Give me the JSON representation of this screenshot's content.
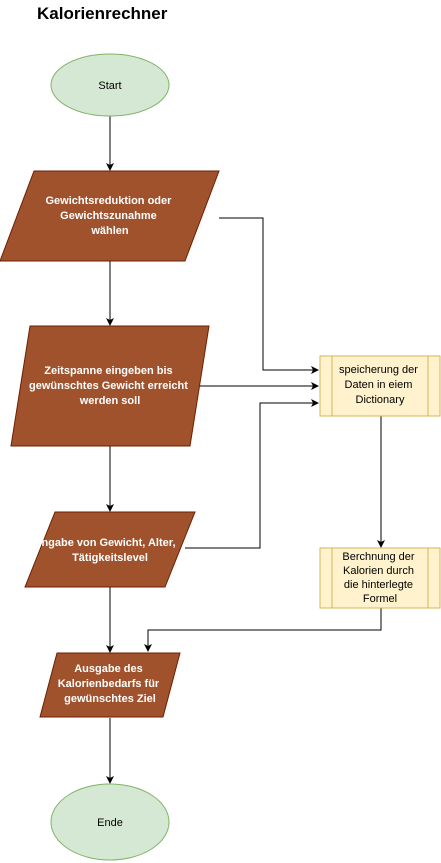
{
  "title": "Kalorienrechner",
  "colors": {
    "terminal_fill": "#d5e8d4",
    "terminal_stroke": "#82b366",
    "io_fill": "#a0522d",
    "io_stroke": "#6d1f00",
    "process_fill": "#fff2cc",
    "process_stroke": "#d6b656"
  },
  "nodes": {
    "start": {
      "lines": [
        "Start"
      ]
    },
    "choose_goal": {
      "lines": [
        "Gewichtsreduktion oder",
        "Gewichtszunahme",
        "wählen"
      ]
    },
    "enter_timespan": {
      "lines": [
        "Zeitspanne eingeben bis",
        "gewünschtes Gewicht erreicht",
        "werden soll"
      ]
    },
    "enter_weight": {
      "lines": [
        "ngabe von Gewicht, Alter,",
        "Tätigkeitslevel"
      ]
    },
    "output_calories": {
      "lines": [
        "Ausgabe des",
        "Kalorienbedarfs für",
        "gewünschtes Ziel"
      ]
    },
    "end": {
      "lines": [
        "Ende"
      ]
    },
    "store_dictionary": {
      "lines": [
        "speicherung der",
        "Daten in eiem",
        "Dictionary"
      ]
    },
    "calculate": {
      "lines": [
        "Berchnung der",
        "Kalorien durch",
        "die hinterlegte",
        "Formel"
      ]
    }
  }
}
